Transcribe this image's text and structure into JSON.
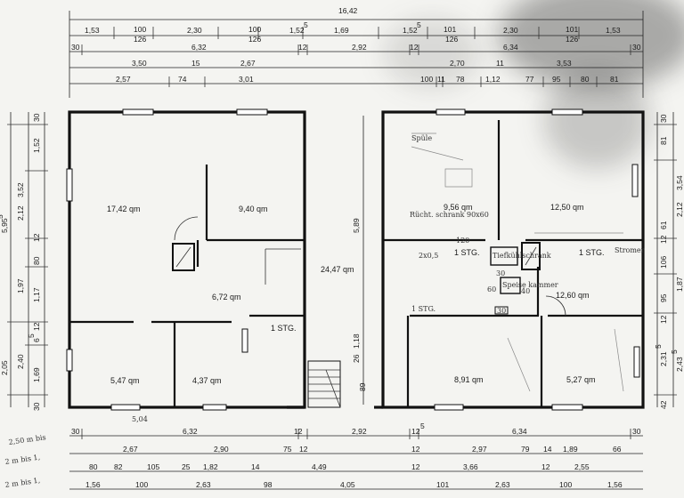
{
  "top_total": "16,42",
  "top_row1": [
    "1,53",
    "100",
    "2,30",
    "100",
    "1,52",
    "1,69",
    "1,52",
    "101",
    "2,30",
    "101",
    "1,53"
  ],
  "top_row1_sub": [
    "126",
    "126",
    "126",
    "126"
  ],
  "top_sup": "5",
  "top_row2": [
    "30",
    "6,32",
    "12",
    "2,92",
    "12",
    "6,34",
    "30"
  ],
  "top_row3": [
    "3,50",
    "15",
    "2,67",
    "2,70",
    "11",
    "3,53"
  ],
  "top_row4": [
    "2,57",
    "74",
    "3,01",
    "100",
    "11",
    "78",
    "1,12",
    "77",
    "95",
    "80",
    "81"
  ],
  "rooms": [
    "17,42 qm",
    "9,40 qm",
    "6,72 qm",
    "24,47 qm",
    "5,47 qm",
    "4,37 qm",
    "9,56 qm",
    "12,50 qm",
    "12,60 qm",
    "8,91 qm",
    "5,27 qm"
  ],
  "stg": [
    "1 STG.",
    "1 STG.",
    "1 STG."
  ],
  "hall_vertical": [
    "5,89",
    "1,18",
    "26",
    "89"
  ],
  "left_dims": [
    "30",
    "1,52",
    "12",
    "80",
    "1,17",
    "12",
    "6",
    "2,40",
    "1,69",
    "30"
  ],
  "left_dims_outer": [
    "3,52",
    "5,95",
    "2,12",
    "1,97",
    "2,05"
  ],
  "left_sup": [
    "5",
    "5"
  ],
  "right_dims": [
    "30",
    "81",
    "61",
    "12",
    "106",
    "95",
    "12",
    "42"
  ],
  "right_dims_outer": [
    "3,54",
    "2,12",
    "1,87",
    "2,31",
    "2,43"
  ],
  "right_sup": [
    "5",
    "5"
  ],
  "bottom_row1": [
    "30",
    "6,32",
    "12",
    "2,92",
    "12",
    "6,34",
    "30"
  ],
  "bottom_row2": [
    "2,67",
    "2,90",
    "75",
    "12",
    "12",
    "2,97",
    "79",
    "14",
    "1,89",
    "66"
  ],
  "bottom_row3": [
    "80",
    "82",
    "105",
    "25",
    "1,82",
    "14",
    "4,49",
    "12",
    "3,66",
    "12",
    "2,55"
  ],
  "bottom_row4": [
    "1,56",
    "100",
    "2,63",
    "98",
    "4,05",
    "101",
    "2,63",
    "100",
    "1,56"
  ],
  "bottom_sup": "5",
  "hand_notes": [
    "Spüle",
    "Rücht. schrank 90x60",
    "120",
    "1 STG.",
    "Tiefkühlschrank",
    "30",
    "Speise kammer",
    "60",
    "40",
    "30",
    "Stromer",
    "2x0,5",
    "5,04"
  ],
  "margin_notes": [
    "2,50 m bis",
    "2 m bis 1,",
    "2 m bis 1,"
  ]
}
